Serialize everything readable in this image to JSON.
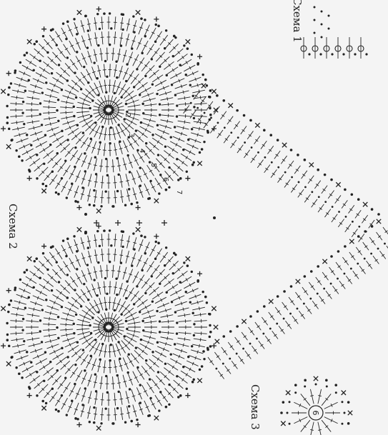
{
  "labels": {
    "scheme1": "Схема 1",
    "scheme2": "Схема 2",
    "scheme3": "Схема 3"
  },
  "row_numbers": [
    "2",
    "3",
    "4",
    "5",
    "6",
    "7"
  ],
  "center_number": "6",
  "colors": {
    "ink": "#222222",
    "paper": "#f4f4f4"
  }
}
